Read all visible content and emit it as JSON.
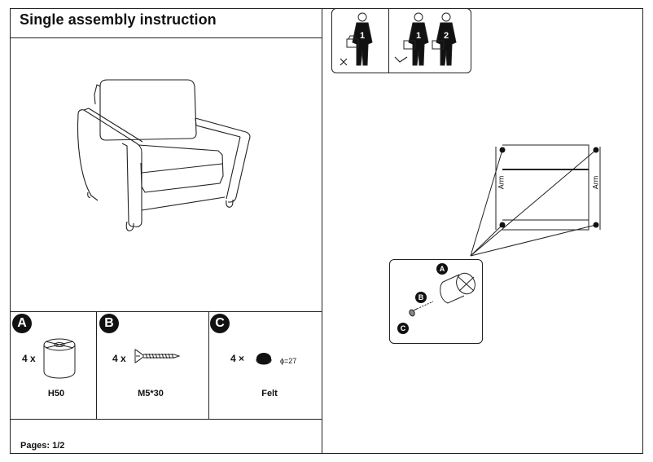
{
  "header": {
    "title": "Single assembly instruction"
  },
  "parts": [
    {
      "letter": "A",
      "qty": "4 x",
      "name": "H50",
      "icon": "foot-icon"
    },
    {
      "letter": "B",
      "qty": "4 x",
      "name": "M5*30",
      "icon": "screw-icon"
    },
    {
      "letter": "C",
      "qty": "4 ×",
      "name": "Felt",
      "spec": "ϕ=27",
      "icon": "felt-pad-icon"
    }
  ],
  "footer": {
    "pages": "Pages: 1/2"
  },
  "workers": {
    "wrong": {
      "count_label": "1"
    },
    "right": {
      "labels": [
        "1",
        "2"
      ]
    }
  },
  "diagram": {
    "arm_left": "Arm",
    "arm_right": "Arm",
    "detail_labels": [
      "A",
      "B",
      "C"
    ]
  }
}
